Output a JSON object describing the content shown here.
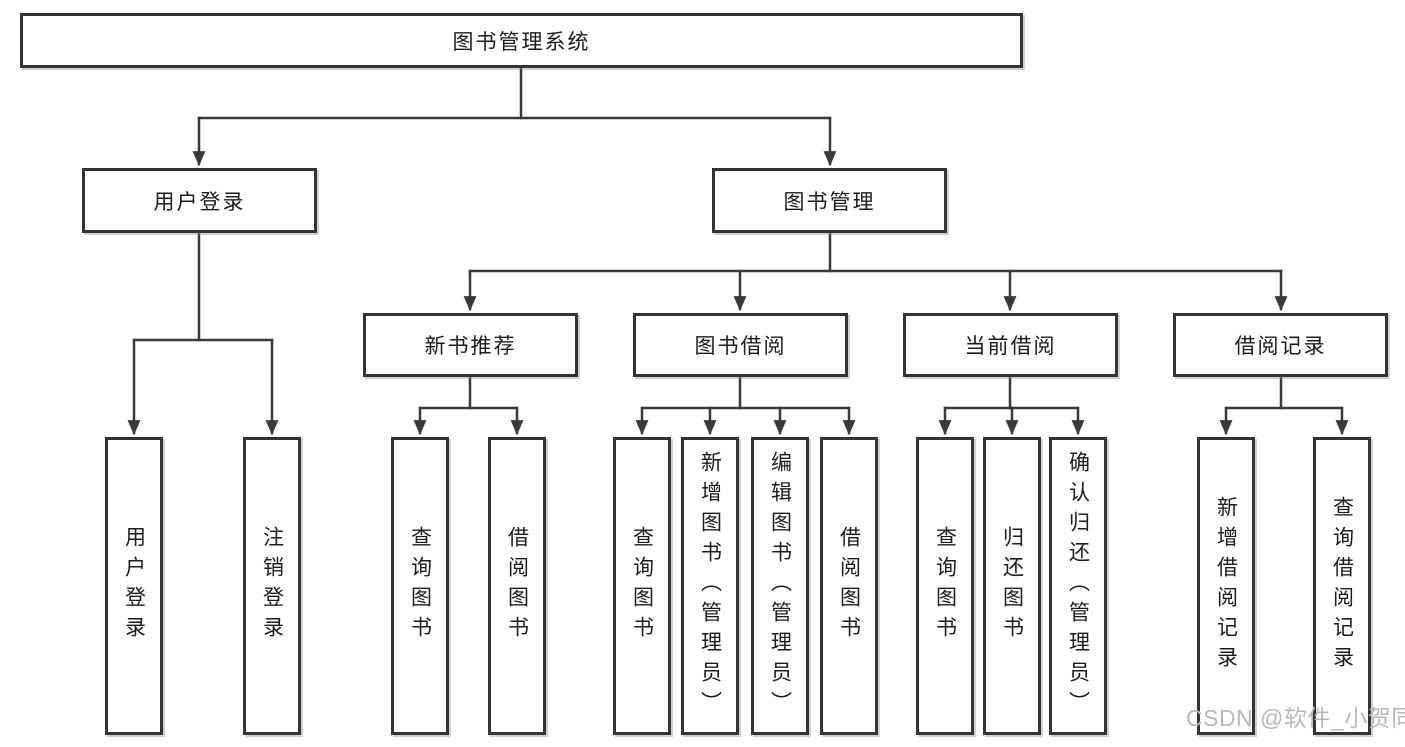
{
  "diagram": {
    "title": "图书管理系统",
    "branches": [
      {
        "label": "用户登录",
        "children": [
          "用户登录",
          "注销登录"
        ]
      },
      {
        "label": "图书管理",
        "modules": [
          {
            "label": "新书推荐",
            "children": [
              "查询图书",
              "借阅图书"
            ]
          },
          {
            "label": "图书借阅",
            "children": [
              "查询图书",
              "新增图书（管理员）",
              "编辑图书（管理员）",
              "借阅图书"
            ]
          },
          {
            "label": "当前借阅",
            "children": [
              "查询图书",
              "归还图书",
              "确认归还（管理员）"
            ]
          },
          {
            "label": "借阅记录",
            "children": [
              "新增借阅记录",
              "查询借阅记录"
            ]
          }
        ]
      }
    ]
  },
  "watermark": "CSDN @软件_小贺同学",
  "colors": {
    "line": "#3a3a3a",
    "border": "#343434",
    "text": "#1c1c1c",
    "watermark_text": "#b8b8b8",
    "background": "#ffffff"
  }
}
